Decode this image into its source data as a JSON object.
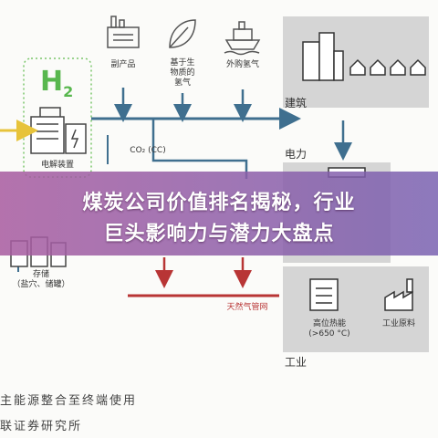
{
  "diagram": {
    "sources": [
      {
        "label": "副产品",
        "icon": "factory-icon"
      },
      {
        "label": "基于生物质的氢气",
        "icon": "leaf-icon"
      },
      {
        "label": "外购氢气",
        "icon": "ship-icon"
      }
    ],
    "electrolysis": {
      "label": "电解装置",
      "h2_text": "H",
      "h2_sub": "2"
    },
    "co2_label": "CO₂ (CC)",
    "storage_label": "存储\n（盐穴、储罐）",
    "pipeline_label": "天然气管网",
    "sectors": [
      {
        "label": "建筑",
        "icon": "buildings-icon"
      },
      {
        "label": "电力",
        "icon": "power-plant-icon"
      },
      {
        "label": "工业",
        "icon": "industry-icon"
      }
    ],
    "industry_items": [
      {
        "label": "高位热能\n(>650 °C)",
        "icon": "factory-icon"
      },
      {
        "label": "工业原料",
        "icon": "industry-icon"
      }
    ],
    "colors": {
      "arrow_blue": "#3f6f8f",
      "arrow_red": "#b83535",
      "arrow_yellow": "#e7c33a",
      "h2_green": "#58b74e",
      "box_gray": "#d5d5d5"
    }
  },
  "banner": {
    "line1": "煤炭公司价值排名揭秘，行业",
    "line2": "巨头影响力与潜力大盘点"
  },
  "footer": {
    "line1": "主能源整合至终端使用",
    "line2": "联证券研究所"
  }
}
